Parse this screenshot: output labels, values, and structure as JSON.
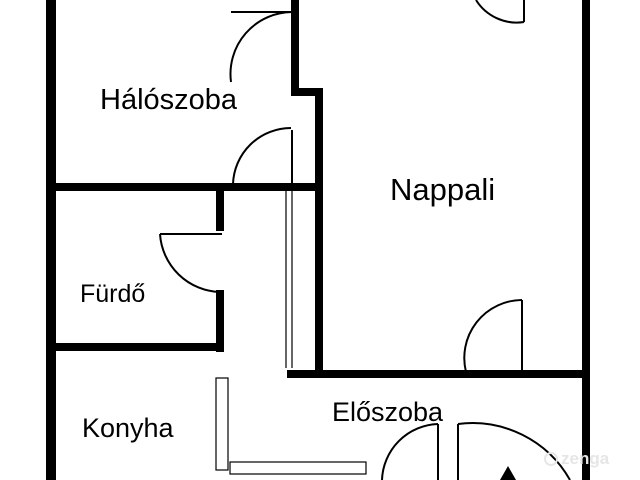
{
  "rooms": {
    "bedroom": "Hálószoba",
    "living_room": "Nappali",
    "bathroom": "Fürdő",
    "kitchen": "Konyha",
    "hall": "Előszoba"
  },
  "watermark": "zenga",
  "colors": {
    "wall": "#000000",
    "background": "#ffffff",
    "watermark": "#e6e6e6"
  }
}
